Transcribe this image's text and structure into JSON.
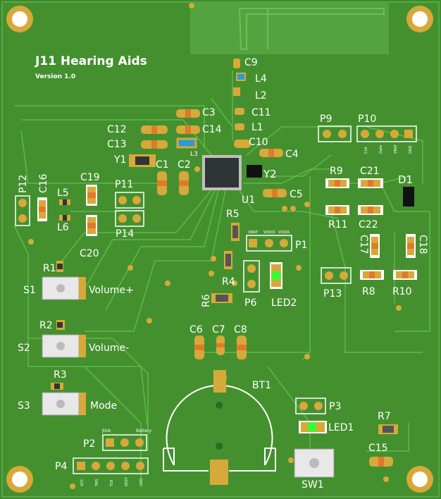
{
  "board": {
    "title": "J11 Hearing Aids",
    "version": "Version 1.0",
    "colors": {
      "pcb": "#3f8a2e",
      "pcb_light": "#4a9a37",
      "trace": "#5aae45",
      "silk": "#ffffff",
      "gold": "#d6a93a",
      "pad_orange": "#e07a2a",
      "chip": "#2f3536",
      "led": "#33ff33"
    }
  },
  "labels": {
    "c9": "C9",
    "l4": "L4",
    "l2": "L2",
    "c11": "C11",
    "l1": "L1",
    "c10": "C10",
    "c4": "C4",
    "c3": "C3",
    "c12": "C12",
    "c14": "C14",
    "c13": "C13",
    "l3": "L3",
    "y1": "Y1",
    "c1": "C1",
    "c2": "C2",
    "u1": "U1",
    "y2": "Y2",
    "c5": "C5",
    "p9": "P9",
    "p10": "P10",
    "p10_pins": [
      "CLK",
      "Data",
      "VBAT",
      "GND"
    ],
    "r9": "R9",
    "c21": "C21",
    "d1": "D1",
    "r11": "R11",
    "c22": "C22",
    "c17": "C17",
    "c18": "C18",
    "p12": "P12",
    "c16": "C16",
    "l5": "L5",
    "l6": "L6",
    "c19": "C19",
    "c20": "C20",
    "p11": "P11",
    "p14": "P14",
    "r5": "R5",
    "p1": "P1",
    "p1_pins": [
      "VBAT",
      "VDDO",
      "VDDA"
    ],
    "r4": "R4",
    "r6": "R6",
    "p6": "P6",
    "led2": "LED2",
    "p13": "P13",
    "r8": "R8",
    "r10": "R10",
    "r1": "R1",
    "s1": "S1",
    "volume_up": "Volume+",
    "r2": "R2",
    "s2": "S2",
    "volume_down": "Volume-",
    "r3": "R3",
    "s3": "S3",
    "mode": "Mode",
    "c6": "C6",
    "c7": "C7",
    "c8": "C8",
    "bt1": "BT1",
    "p3": "P3",
    "led1": "LED1",
    "r7": "R7",
    "c15": "C15",
    "sw1": "SW1",
    "p2": "P2",
    "p2_pins": [
      "Jlink",
      "Battery"
    ],
    "p4": "P4",
    "p4_pins": [
      "VCC",
      "TMS",
      "TCK",
      "REST",
      "GND"
    ]
  }
}
